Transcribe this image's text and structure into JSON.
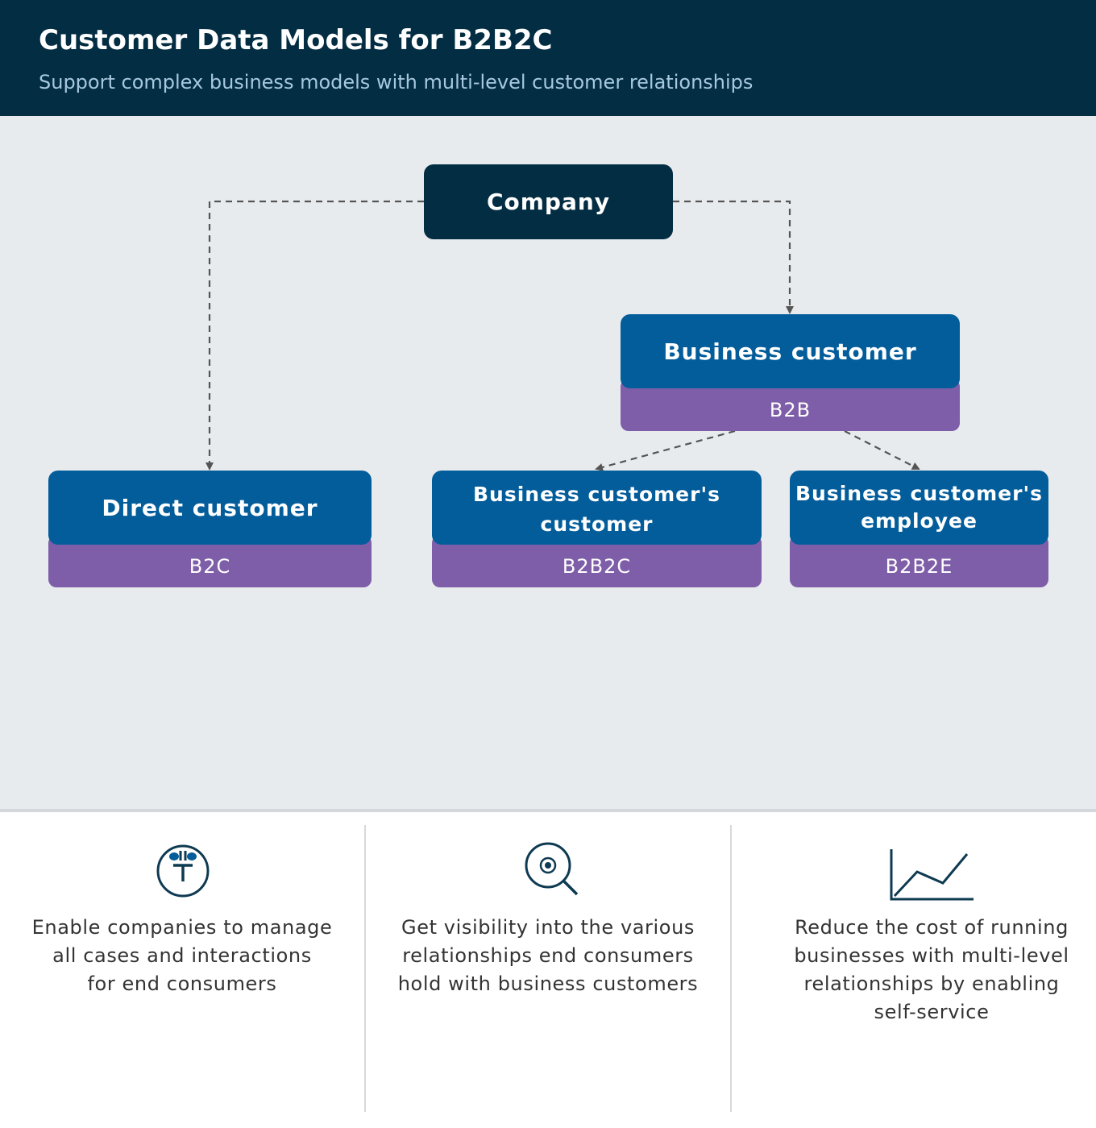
{
  "header": {
    "title": "Customer Data Models for B2B2C",
    "subtitle": "Support complex business models with multi-level customer relationships"
  },
  "diagram": {
    "company": "Company",
    "business_customer": {
      "label": "Business customer",
      "tag": "B2B"
    },
    "direct_customer": {
      "label": "Direct customer",
      "tag": "B2C"
    },
    "business_customers_customer": {
      "line1": "Business customer's",
      "line2": "customer",
      "tag": "B2B2C"
    },
    "business_customers_employee": {
      "line1": "Business customer's",
      "line2": "employee",
      "tag": "B2B2E"
    }
  },
  "benefits": [
    {
      "icon": "gavel-handshake-icon",
      "lines": [
        "Enable companies to manage",
        "all cases and interactions",
        "for end consumers"
      ]
    },
    {
      "icon": "magnifier-target-icon",
      "lines": [
        "Get visibility into the various",
        "relationships end consumers",
        "hold with business customers"
      ]
    },
    {
      "icon": "line-chart-icon",
      "lines": [
        "Reduce the cost of running",
        "businesses with multi-level",
        "relationships by enabling",
        "self-service"
      ]
    }
  ],
  "colors": {
    "header_bg": "#032d42",
    "node_blue": "#035d9b",
    "tag_purple": "#7e5ea8",
    "diagram_bg": "#e8ebee"
  }
}
